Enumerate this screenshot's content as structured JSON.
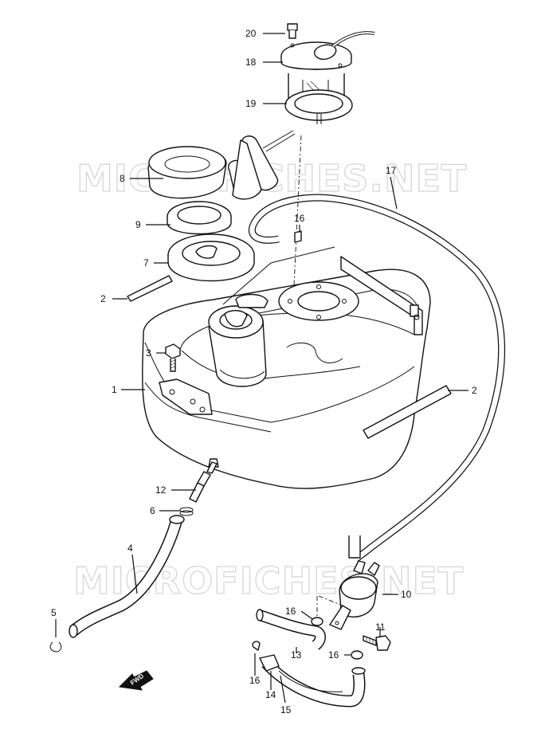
{
  "watermark": "MICROFICHES.NET",
  "fwd_label": "FWD",
  "callouts": [
    {
      "id": "c20",
      "text": "20"
    },
    {
      "id": "c18",
      "text": "18"
    },
    {
      "id": "c19",
      "text": "19"
    },
    {
      "id": "c17",
      "text": "17"
    },
    {
      "id": "c8",
      "text": "8"
    },
    {
      "id": "c16a",
      "text": "16"
    },
    {
      "id": "c9",
      "text": "9"
    },
    {
      "id": "c7",
      "text": "7"
    },
    {
      "id": "c2a",
      "text": "2"
    },
    {
      "id": "c3",
      "text": "3"
    },
    {
      "id": "c1",
      "text": "1"
    },
    {
      "id": "c2b",
      "text": "2"
    },
    {
      "id": "c12",
      "text": "12"
    },
    {
      "id": "c6",
      "text": "6"
    },
    {
      "id": "c4",
      "text": "4"
    },
    {
      "id": "c10",
      "text": "10"
    },
    {
      "id": "c5",
      "text": "5"
    },
    {
      "id": "c16b",
      "text": "16"
    },
    {
      "id": "c11",
      "text": "11"
    },
    {
      "id": "c13",
      "text": "13"
    },
    {
      "id": "c16c",
      "text": "16"
    },
    {
      "id": "c16d",
      "text": "16"
    },
    {
      "id": "c14",
      "text": "14"
    },
    {
      "id": "c15",
      "text": "15"
    }
  ]
}
